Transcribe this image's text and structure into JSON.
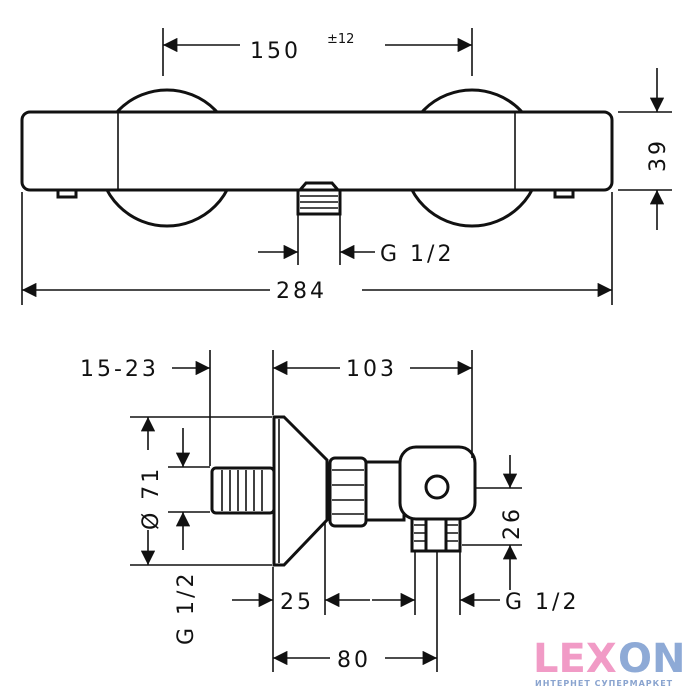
{
  "drawing": {
    "top_view": {
      "centers_label": "150",
      "centers_tolerance": "±12",
      "height_label": "39",
      "outlet_label": "G 1/2",
      "length_label": "284"
    },
    "side_view": {
      "eccentric_label": "15-23",
      "depth_label": "103",
      "diameter_label": "Ø 71",
      "inlet_label": "G 1/2",
      "outlet_offset_label": "26",
      "plate_label": "25",
      "outlet_label": "G 1/2",
      "outlet_depth_label": "80"
    }
  },
  "logo": {
    "text_pink": "LEX",
    "text_blue": "ON",
    "tagline": "ИНТЕРНЕТ СУПЕРМАРКЕТ",
    "pink": "#f19bc6",
    "blue": "#8eaad6"
  }
}
